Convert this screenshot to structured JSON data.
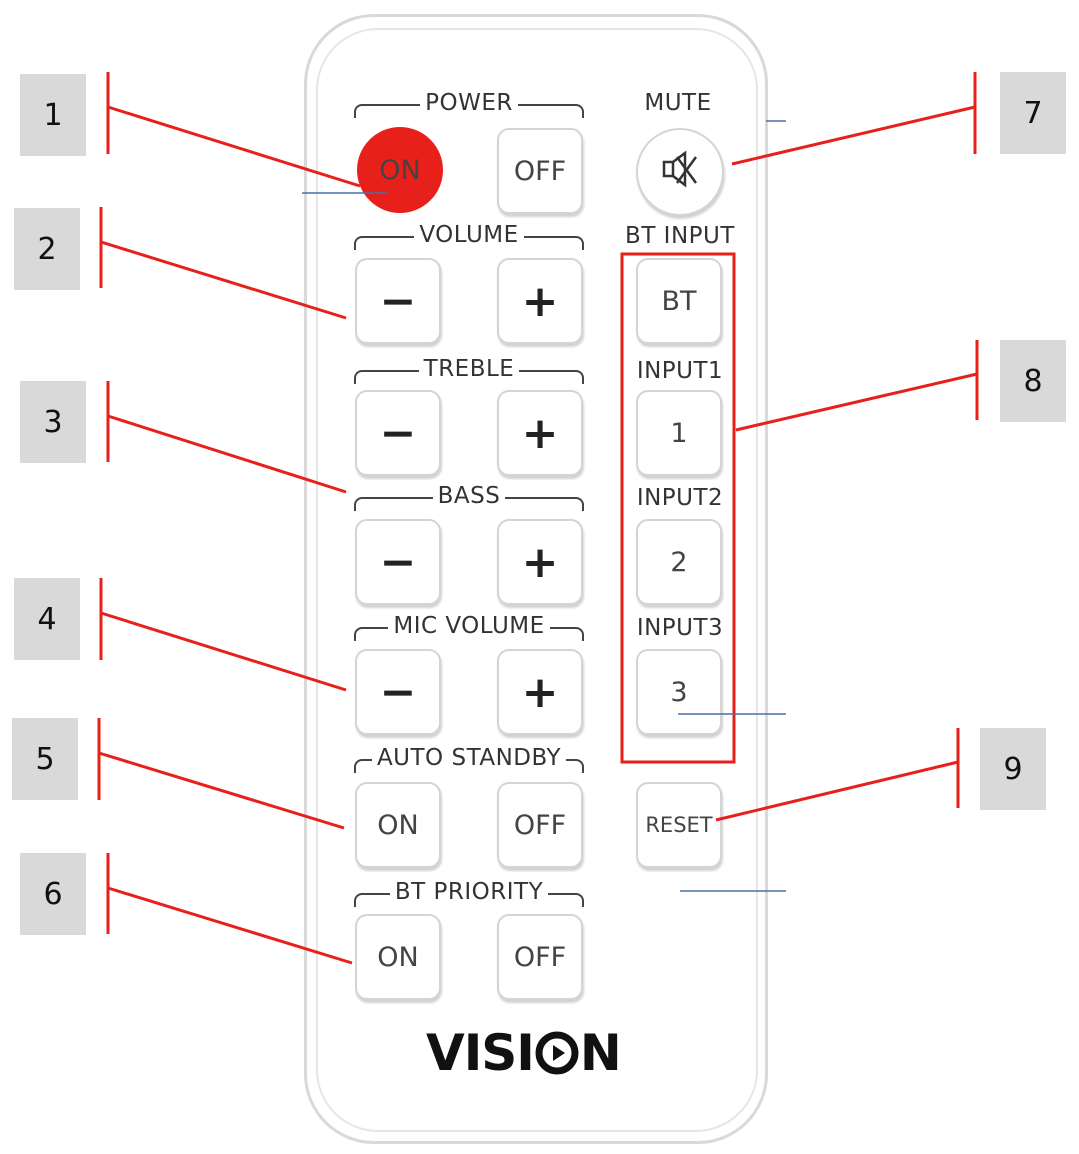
{
  "groups": {
    "power": "POWER",
    "volume": "VOLUME",
    "treble": "TREBLE",
    "bass": "BASS",
    "mic_volume": "MIC VOLUME",
    "auto_standby": "AUTO STANDBY",
    "bt_priority": "BT PRIORITY"
  },
  "labels": {
    "mute": "MUTE",
    "bt_input": "BT INPUT",
    "input1": "INPUT1",
    "input2": "INPUT2",
    "input3": "INPUT3"
  },
  "buttons": {
    "power_on": "ON",
    "power_off": "OFF",
    "volume_minus": "−",
    "volume_plus": "+",
    "treble_minus": "−",
    "treble_plus": "+",
    "bass_minus": "−",
    "bass_plus": "+",
    "mic_minus": "−",
    "mic_plus": "+",
    "standby_on": "ON",
    "standby_off": "OFF",
    "bt_priority_on": "ON",
    "bt_priority_off": "OFF",
    "bt": "BT",
    "input1": "1",
    "input2": "2",
    "input3": "3",
    "reset": "RESET"
  },
  "icons": {
    "mute": "speaker-mute-icon",
    "logo": "vision-logo"
  },
  "logo_text": "VISION",
  "callouts": [
    "1",
    "2",
    "3",
    "4",
    "5",
    "6",
    "7",
    "8",
    "9"
  ],
  "colors": {
    "accent_red": "#e8201c",
    "leader_line": "#e8201c",
    "callout_box": "#d9d9d9",
    "blue_tick": "#4a6fa5"
  }
}
